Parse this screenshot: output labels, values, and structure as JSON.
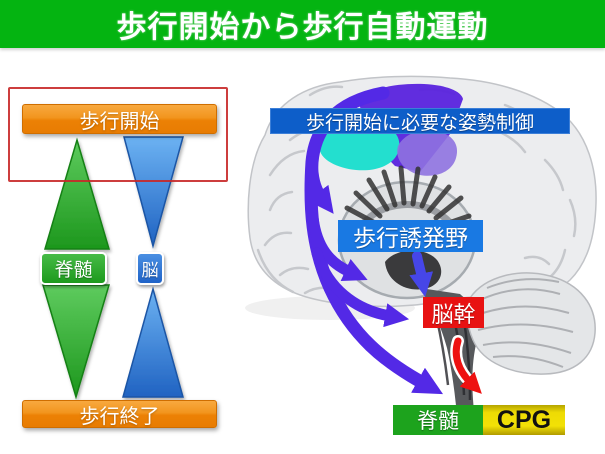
{
  "slide": {
    "title": "歩行開始から歩行自動運動"
  },
  "colors": {
    "title-bg": "#04b411",
    "orange": "#ee8604",
    "green": "#1da31d",
    "blue": "#0d5ec9",
    "red-box": "#e81212",
    "yellow": "#e8d704",
    "arrow-purple": "#5329e6",
    "arrow-blue": "#4646e8",
    "arrow-red": "#ee1111",
    "highlight-red": "#c82828"
  },
  "left_diagram": {
    "start_box": "歩行開始",
    "end_box": "歩行終了",
    "spinal_cord": "脊髄",
    "brain": "脳"
  },
  "brain_figure": {
    "posture_control": "歩行開始に必要な姿勢制御",
    "locomotion_region": "歩行誘発野",
    "brainstem": "脳幹",
    "spinal_cord": "脊髄",
    "cpg": "CPG"
  }
}
